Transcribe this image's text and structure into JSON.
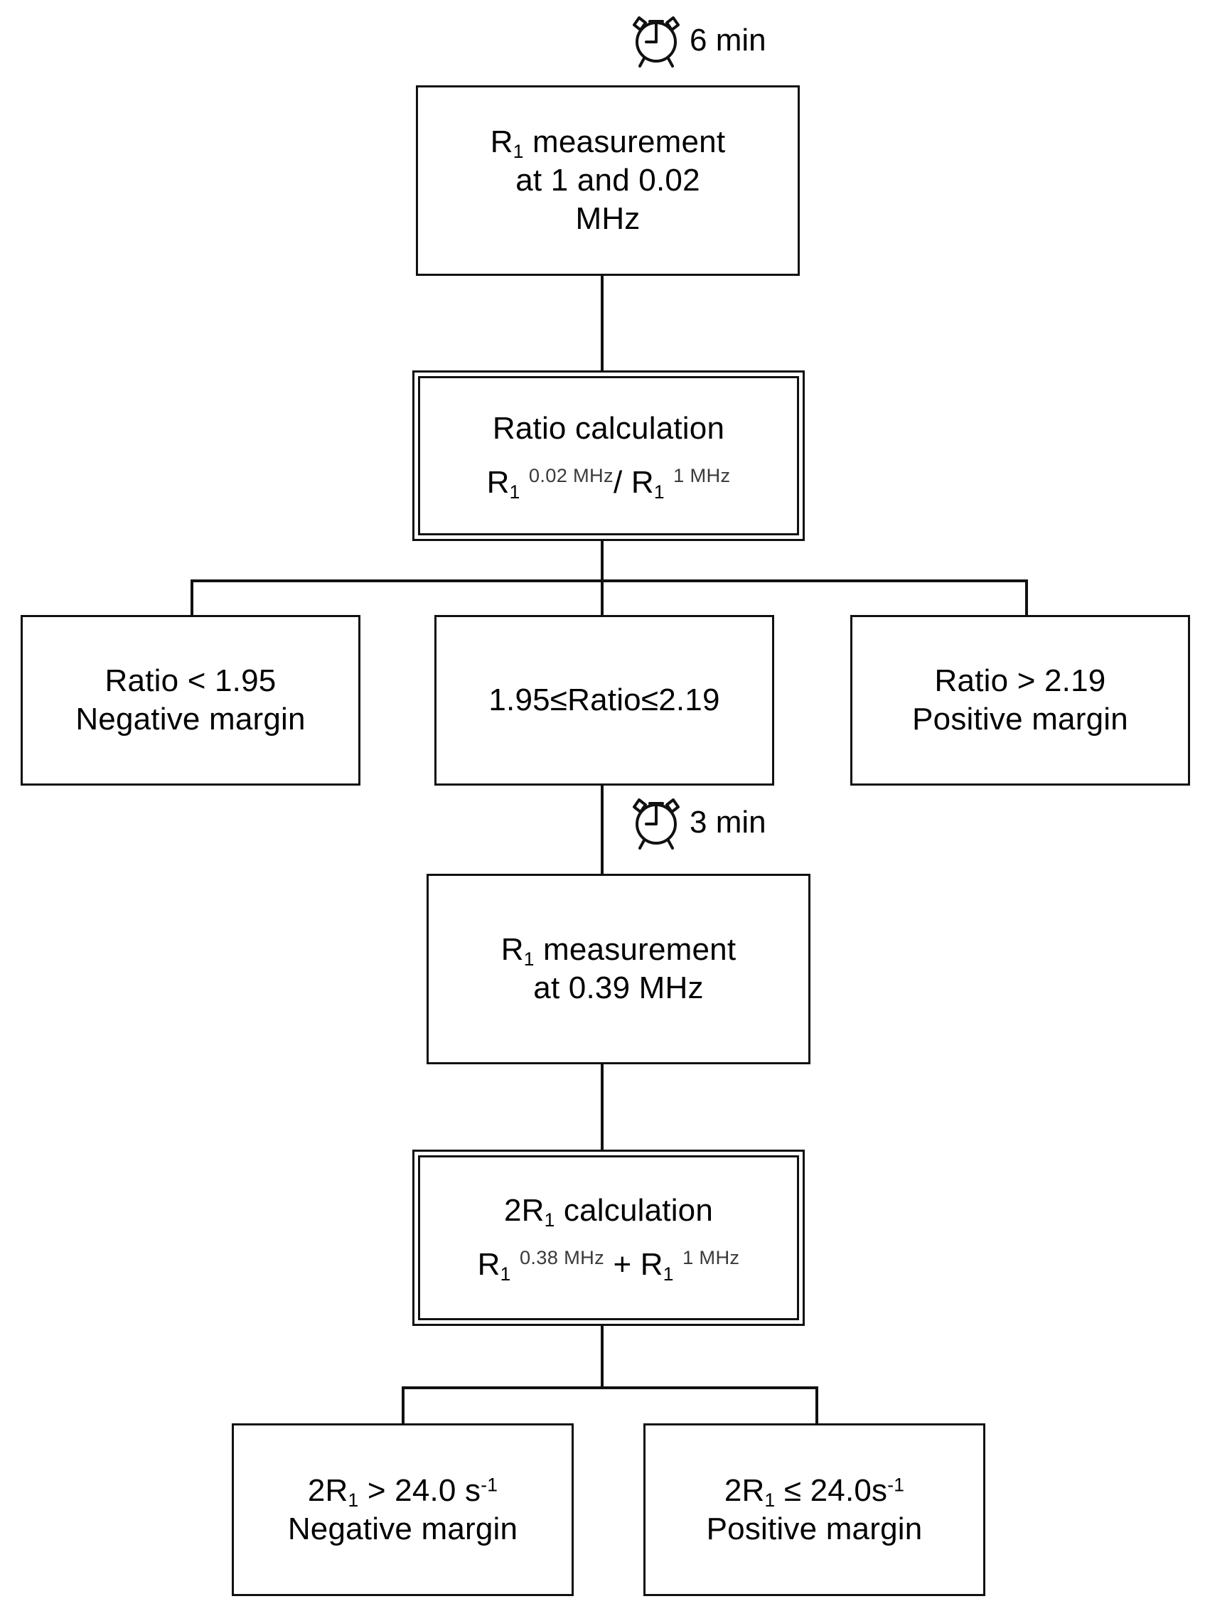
{
  "diagram": {
    "title": "R1 dispersion decision flowchart",
    "accent_color": "#111111",
    "background": "#ffffff"
  },
  "annotations": [
    {
      "id": "timer-top",
      "icon": "alarm-clock-icon",
      "label": "6 min"
    },
    {
      "id": "timer-mid",
      "icon": "alarm-clock-icon",
      "label": "3 min"
    }
  ],
  "nodes": {
    "r1_measure_1_002": {
      "name": "r1-measurement-1-and-002-mhz",
      "style": "single",
      "lines": [
        "R<sub>1</sub> measurement",
        "at 1 and 0.02",
        "MHz"
      ]
    },
    "ratio_calc": {
      "name": "ratio-calculation",
      "style": "double",
      "heading": "Ratio calculation",
      "formula": "R<sub>1</sub> <span class=\"unit\">0.02 MHz</span><span class=\"op\">/ </span>R<sub>1</sub> <span class=\"unit\">1 MHz</span>"
    },
    "ratio_low": {
      "name": "ratio-less-than-195-negative-margin",
      "style": "single",
      "lines": [
        "Ratio &lt; 1.95",
        "Negative margin"
      ]
    },
    "ratio_mid": {
      "name": "ratio-between-195-and-219",
      "style": "single",
      "lines": [
        "1.95≤Ratio≤2.19"
      ]
    },
    "ratio_high": {
      "name": "ratio-greater-than-219-positive-margin",
      "style": "single",
      "lines": [
        "Ratio &gt; 2.19",
        "Positive margin"
      ]
    },
    "r1_measure_039": {
      "name": "r1-measurement-039-mhz",
      "style": "single",
      "lines": [
        "R<sub>1</sub> measurement",
        "at 0.39 MHz"
      ]
    },
    "twor1_calc": {
      "name": "two-r1-calculation",
      "style": "double",
      "heading": "2R<sub>1</sub> calculation",
      "formula": "R<sub>1</sub> <span class=\"unit\">0.38 MHz</span> <span class=\"op\">+ </span>R<sub>1</sub> <span class=\"unit\">1 MHz</span>"
    },
    "twor1_high": {
      "name": "two-r1-greater-than-240-negative-margin",
      "style": "single",
      "lines": [
        "2R<sub>1</sub> &gt; 24.0 s<sup>-1</sup>",
        "Negative margin"
      ]
    },
    "twor1_low": {
      "name": "two-r1-at-most-240-positive-margin",
      "style": "single",
      "lines": [
        "2R<sub>1</sub> ≤ 24.0s<sup>-1</sup>",
        "Positive margin"
      ]
    }
  }
}
